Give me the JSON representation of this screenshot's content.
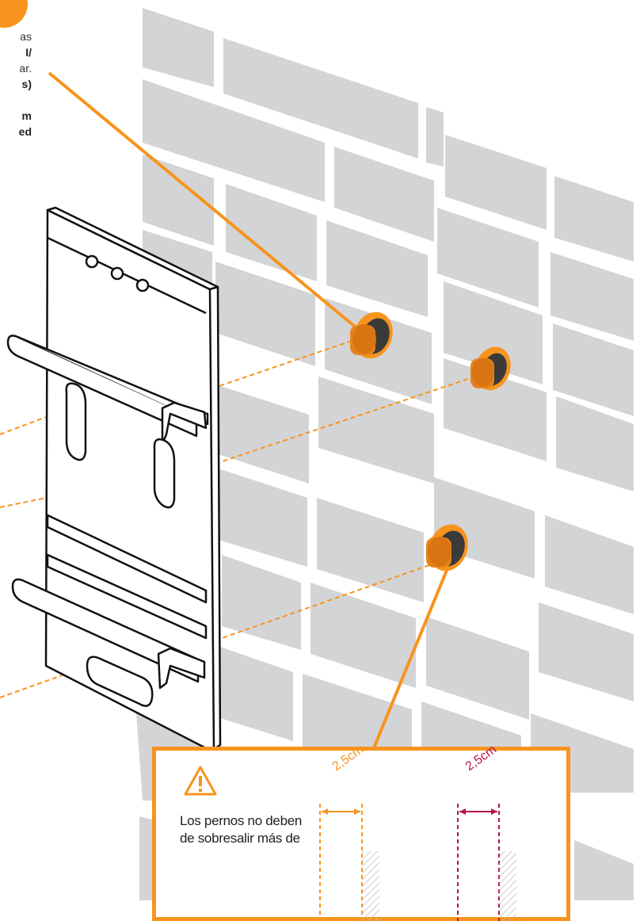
{
  "side_note": {
    "lines": [
      {
        "text": "as",
        "bold": false
      },
      {
        "text": "I/",
        "bold": true
      },
      {
        "text": "ar.",
        "bold": false
      },
      {
        "text": "s)",
        "bold": true
      },
      {
        "text": "",
        "bold": false
      },
      {
        "text": "m",
        "bold": true
      },
      {
        "text": "ed",
        "bold": true
      }
    ]
  },
  "warning": {
    "text": "Los pernos no deben de sobresalir más de",
    "dimension_ok": "2,5cm",
    "dimension_bad": "2,5cm"
  },
  "colors": {
    "accent": "#f7941d",
    "warning_bad": "#b5124f",
    "brick": "#d3d4d6",
    "bolt": "#e8821a"
  },
  "icons": {
    "warning": "warning-triangle-icon",
    "bolt": "wall-bolt-icon"
  }
}
